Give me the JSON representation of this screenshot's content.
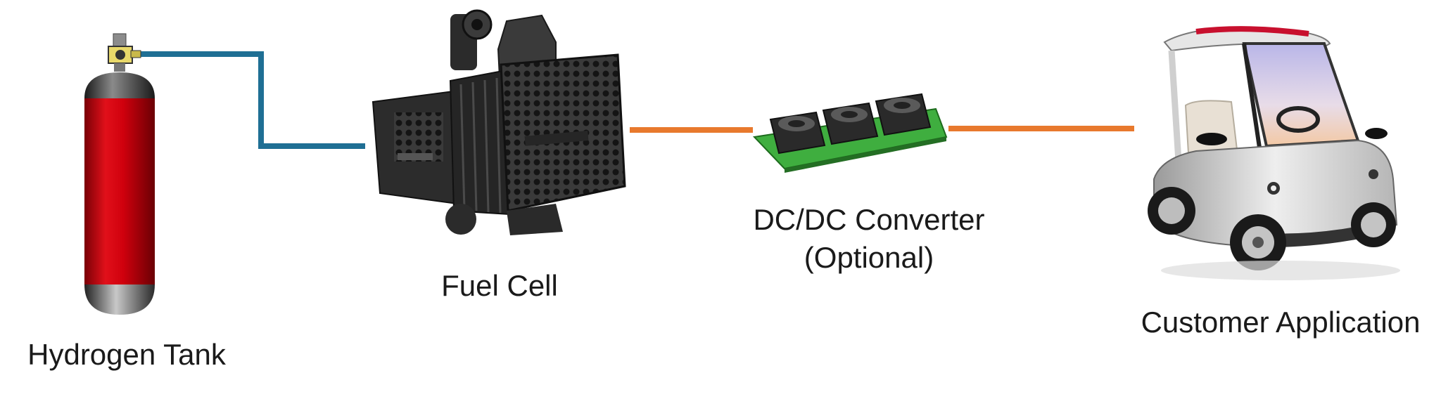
{
  "colors": {
    "gas_line": "#1f6f94",
    "power_line": "#e8792d",
    "tank_body": "#d0000d",
    "pcb": "#3fae3f"
  },
  "nodes": {
    "tank": {
      "label": "Hydrogen Tank",
      "icon": "hydrogen-tank-icon"
    },
    "fuel_cell": {
      "label": "Fuel Cell",
      "icon": "fuel-cell-stack-icon"
    },
    "converter": {
      "label_line1": "DC/DC Converter",
      "label_line2": "(Optional)",
      "icon": "dc-dc-converter-board-icon"
    },
    "application": {
      "label": "Customer Application",
      "icon": "electric-cart-icon"
    }
  }
}
